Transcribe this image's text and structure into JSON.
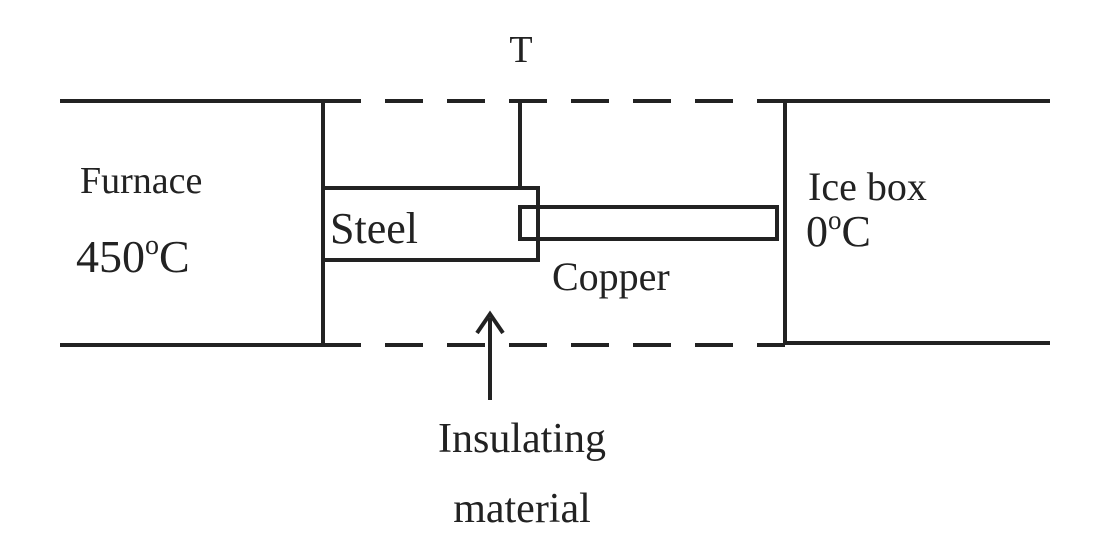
{
  "labels": {
    "junction_temp": "T",
    "furnace": "Furnace",
    "furnace_temp_value": "450",
    "furnace_temp_degree": "o",
    "furnace_temp_unit": "C",
    "ice_box": "Ice box",
    "ice_box_temp_value": "0",
    "ice_box_temp_degree": "o",
    "ice_box_temp_unit": "C",
    "steel": "Steel",
    "copper": "Copper",
    "insulating_line1": "Insulating",
    "insulating_line2": "material"
  },
  "colors": {
    "ink": "#222222",
    "background": "#ffffff"
  }
}
